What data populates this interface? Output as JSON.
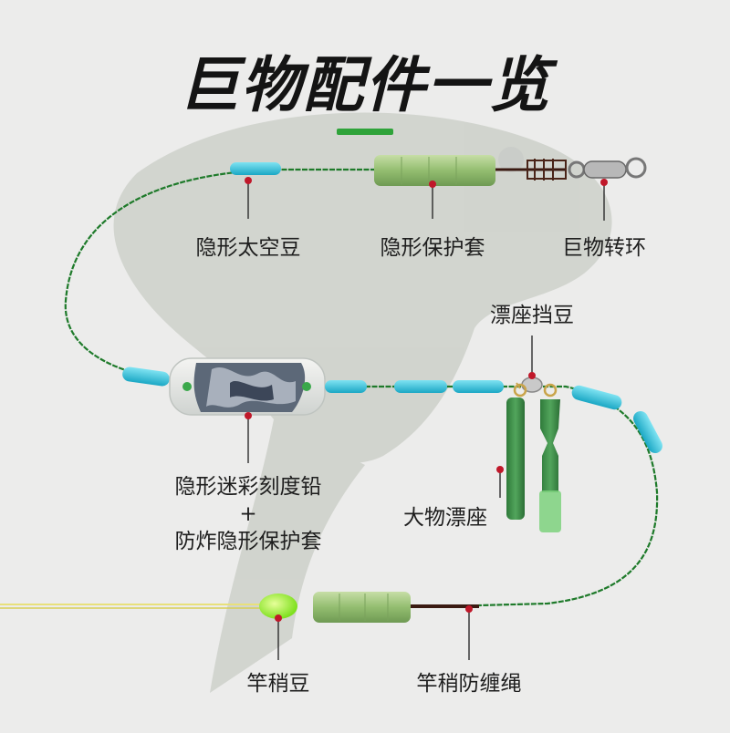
{
  "title": "巨物配件一览",
  "colors": {
    "accent_bar": "#2fa33a",
    "main_line": "#1e7a2a",
    "rod_line": "#e8e07a",
    "bead": "#35c3dc",
    "leader_marker": "#c0182a",
    "sleeve": "#9cc278",
    "float_seat": "#3d8a4a",
    "rod_tip_bead": "#a6ff3a"
  },
  "labels": {
    "space_bean": "隐形太空豆",
    "protective_sleeve": "隐形保护套",
    "swivel": "巨物转环",
    "float_stopper": "漂座挡豆",
    "camo_sinker": "隐形迷彩刻度铅",
    "plus": "+",
    "blast_sleeve": "防炸隐形保护套",
    "float_seat": "大物漂座",
    "rod_tip_bean": "竿稍豆",
    "anti_tangle": "竿稍防缠绳"
  }
}
